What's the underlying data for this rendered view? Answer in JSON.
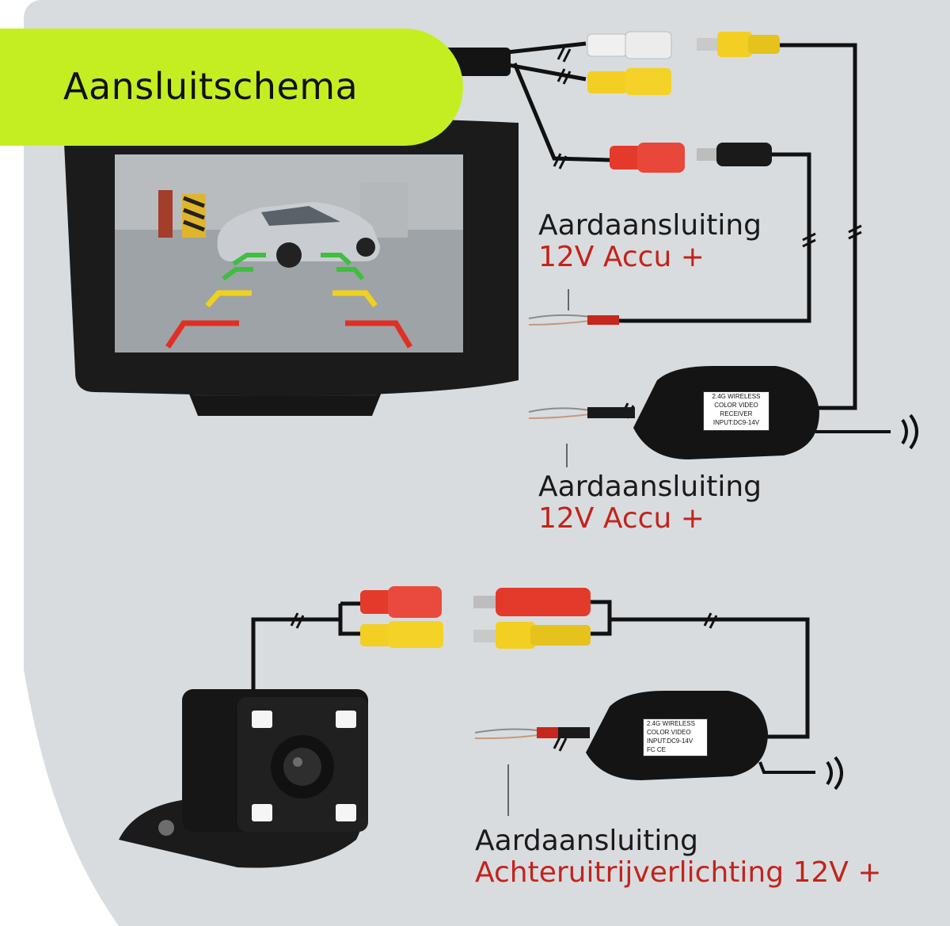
{
  "title": "Aansluitschema",
  "colors": {
    "accent": "#c5ee22",
    "panel": "#d9dcdf",
    "label_red": "#c2241b",
    "cable": "#111111"
  },
  "labels": [
    {
      "line1": "Aardaansluiting",
      "line2": "12V Accu +"
    },
    {
      "line1": "Aardaansluiting",
      "line2": "12V Accu +"
    },
    {
      "line1": "Aardaansluiting",
      "line2": "Achteruitrijverlichting 12V +"
    }
  ],
  "receiver_chip": [
    "2.4G WIRELESS",
    "COLOR  VIDEO",
    "RECEIVER",
    "INPUT:DC9-14V"
  ],
  "transmitter_chip": [
    "2.4G WIRELESS",
    "COLOR  VIDEO",
    "INPUT:DC9-14V",
    "FC  CE"
  ]
}
